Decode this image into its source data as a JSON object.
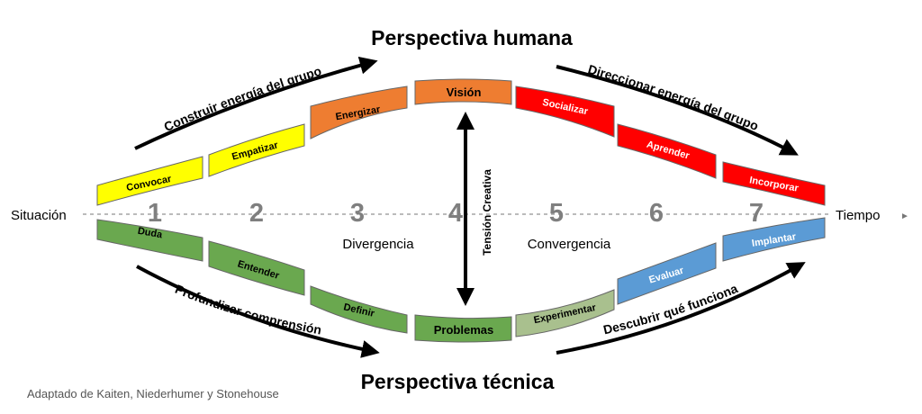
{
  "titles": {
    "top": "Perspectiva humana",
    "bottom": "Perspectiva técnica"
  },
  "axis": {
    "left": "Situación",
    "right": "Tiempo",
    "right_arrow": "►"
  },
  "numbers": [
    "1",
    "2",
    "3",
    "4",
    "5",
    "6",
    "7"
  ],
  "zones": {
    "left": "Divergencia",
    "right": "Convergencia"
  },
  "tension": "Tensión Creativa",
  "arrows": {
    "top_left": "Construir energía del grupo",
    "top_right": "Direccionar energía del grupo",
    "bottom_left": "Profundizar comprensión",
    "bottom_right": "Descubrir qué funciona"
  },
  "top_segments": [
    {
      "label": "Convocar",
      "fill": "#ffff00",
      "text": "#000000"
    },
    {
      "label": "Empatizar",
      "fill": "#ffff00",
      "text": "#000000"
    },
    {
      "label": "Energizar",
      "fill": "#ee7d31",
      "text": "#000000"
    },
    {
      "label": "Visión",
      "fill": "#ee7d31",
      "text": "#000000"
    },
    {
      "label": "Socializar",
      "fill": "#ff0000",
      "text": "#ffffff"
    },
    {
      "label": "Aprender",
      "fill": "#ff0000",
      "text": "#ffffff"
    },
    {
      "label": "Incorporar",
      "fill": "#ff0000",
      "text": "#ffffff"
    }
  ],
  "bottom_segments": [
    {
      "label": "Duda",
      "fill": "#6aa84f",
      "text": "#000000"
    },
    {
      "label": "Entender",
      "fill": "#6aa84f",
      "text": "#000000"
    },
    {
      "label": "Definir",
      "fill": "#6aa84f",
      "text": "#000000"
    },
    {
      "label": "Problemas",
      "fill": "#6aa84f",
      "text": "#000000"
    },
    {
      "label": "Experimentar",
      "fill": "#a9c08e",
      "text": "#000000"
    },
    {
      "label": "Evaluar",
      "fill": "#5b9bd5",
      "text": "#ffffff"
    },
    {
      "label": "Implantar",
      "fill": "#5b9bd5",
      "text": "#ffffff"
    }
  ],
  "credit": "Adaptado de Kaiten, Niederhumer y Stonehouse"
}
